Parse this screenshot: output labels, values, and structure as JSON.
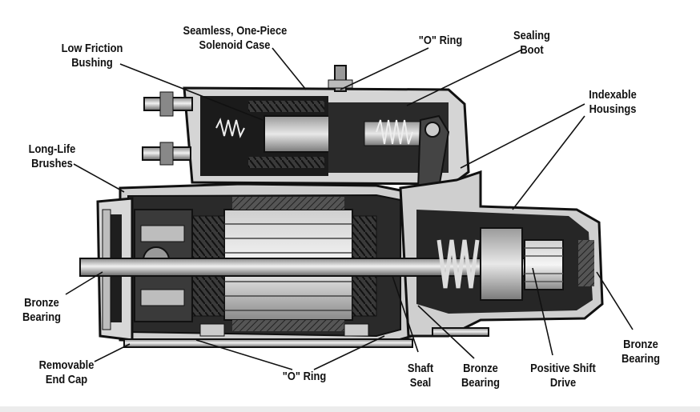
{
  "labels": {
    "low_friction_bushing": [
      "Low Friction",
      "Bushing"
    ],
    "solenoid_case": [
      "Seamless, One-Piece",
      "Solenoid Case"
    ],
    "o_ring_top": [
      "\"O\" Ring"
    ],
    "sealing_boot": [
      "Sealing",
      "Boot"
    ],
    "indexable_housings": [
      "Indexable",
      "Housings"
    ],
    "long_life_brushes": [
      "Long-Life",
      "Brushes"
    ],
    "bronze_bearing_left": [
      "Bronze",
      "Bearing"
    ],
    "removable_end_cap": [
      "Removable",
      "End Cap"
    ],
    "o_ring_bottom": [
      "\"O\" Ring"
    ],
    "shaft_seal": [
      "Shaft",
      "Seal"
    ],
    "bronze_bearing_bottom": [
      "Bronze",
      "Bearing"
    ],
    "positive_shift_drive": [
      "Positive Shift",
      "Drive"
    ],
    "bronze_bearing_right": [
      "Bronze",
      "Bearing"
    ]
  }
}
